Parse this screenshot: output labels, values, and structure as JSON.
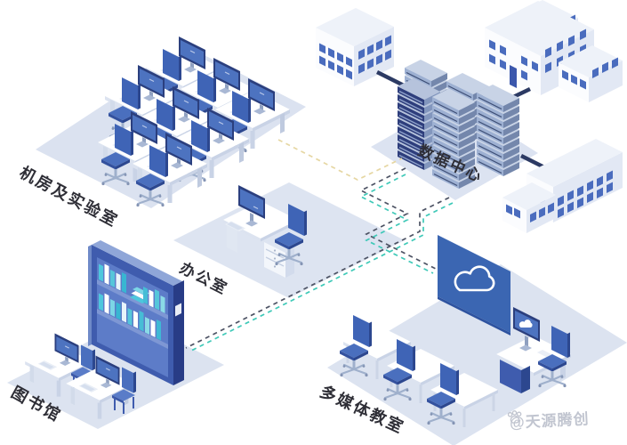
{
  "diagram": {
    "type": "isometric-campus-network-topology",
    "areas": [
      {
        "id": "lab",
        "label": "机房及实验室",
        "description": "computer lab platform with 8 workstations and chairs"
      },
      {
        "id": "datacenter",
        "label": "数据中心",
        "description": "server rack cluster on platform linked to campus buildings"
      },
      {
        "id": "office",
        "label": "办公室",
        "description": "office platform with desk, computer and chair"
      },
      {
        "id": "library",
        "label": "图书馆",
        "description": "bookshelf with books plus 2 reading workstations"
      },
      {
        "id": "classroom",
        "label": "多媒体教室",
        "description": "cloud display screen, 3 student desks, teacher workstation"
      }
    ],
    "connections": [
      {
        "from": "campus-building-1",
        "to": "datacenter",
        "style": "solid",
        "color": "#2c3a63"
      },
      {
        "from": "campus-building-2",
        "to": "datacenter",
        "style": "solid",
        "color": "#2c3a63"
      },
      {
        "from": "datacenter",
        "to": "campus-building-3",
        "style": "solid",
        "color": "#2c3a63"
      },
      {
        "from": "lab",
        "to": "datacenter",
        "style": "dashed",
        "color": "#e6d7a3"
      },
      {
        "from": "datacenter",
        "to": "classroom",
        "style": "dashed",
        "color": "#4d5364"
      },
      {
        "from": "datacenter",
        "to": "classroom",
        "style": "dashed",
        "color": "#3fc9b8"
      },
      {
        "from": "datacenter",
        "to": "library",
        "style": "dashed",
        "color": "#4d5364"
      },
      {
        "from": "datacenter",
        "to": "library",
        "style": "dashed",
        "color": "#3fc9b8"
      }
    ]
  },
  "icons": [
    {
      "name": "cloud-screen-icon",
      "meaning": "cloud service on classroom display"
    },
    {
      "name": "cloud-monitor-icon",
      "meaning": "cloud service on teacher monitor"
    },
    {
      "name": "paw-logo-icon",
      "meaning": "watermark brand mark"
    }
  ],
  "watermark": {
    "icon": "paw-logo-icon",
    "text": "@天源腾创"
  },
  "palette": {
    "background": "#ffffff",
    "platform": "#dce3f0",
    "furniture_blue": "#4a6fbe",
    "monitor_frame": "#2b3f7e",
    "monitor_screen": "#4d73c0",
    "building_window": "#4a6cbe",
    "server_dark": "#2e3e7c",
    "server_light": "#9db0d2",
    "connector_solid": "#2c3a63",
    "dash_yellow": "#e6d7a3",
    "dash_teal": "#3fc9b8",
    "dash_dark": "#4d5364",
    "screen_blue": "#3b66b2",
    "label_text": "#2e2e36"
  }
}
